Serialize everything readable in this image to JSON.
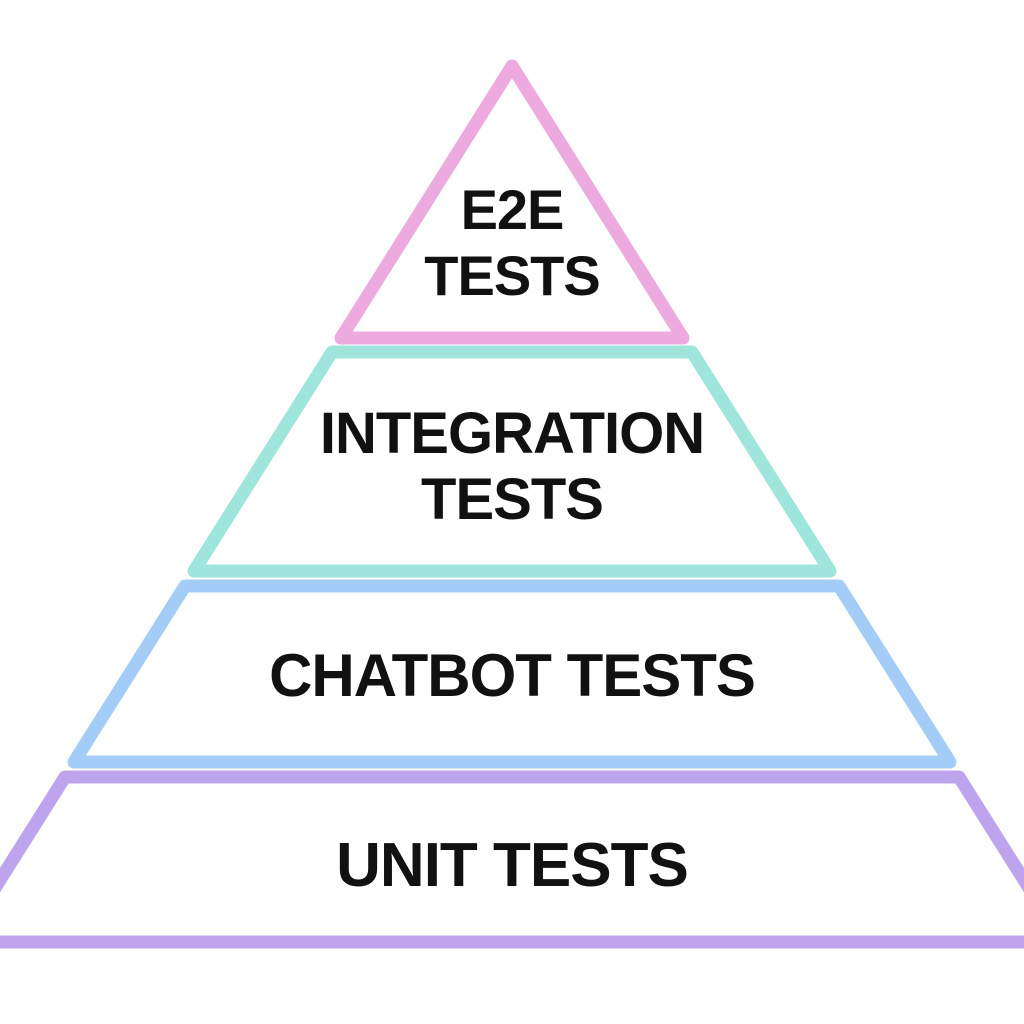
{
  "diagram": {
    "name": "chatbot-testing-pyramid",
    "background_color": "#ffffff",
    "text_color": "#111111",
    "stroke_width": 13,
    "layers": [
      {
        "id": "e2e",
        "shape": "triangle",
        "position": "top",
        "label": "E2E TESTS",
        "line1": "E2E",
        "line2": "TESTS",
        "outline_color": "#edaade"
      },
      {
        "id": "integration",
        "shape": "trapezoid",
        "position": "second",
        "label": "INTEGRATION TESTS",
        "line1": "INTEGRATION",
        "line2": "TESTS",
        "outline_color": "#9fe5dc"
      },
      {
        "id": "chatbot",
        "shape": "trapezoid",
        "position": "third",
        "label": "CHATBOT TESTS",
        "line1": "CHATBOT TESTS",
        "line2": "",
        "outline_color": "#a3cdf6"
      },
      {
        "id": "unit",
        "shape": "trapezoid",
        "position": "bottom",
        "label": "UNIT TESTS",
        "line1": "UNIT TESTS",
        "line2": "",
        "outline_color": "#bda4ec"
      }
    ]
  }
}
